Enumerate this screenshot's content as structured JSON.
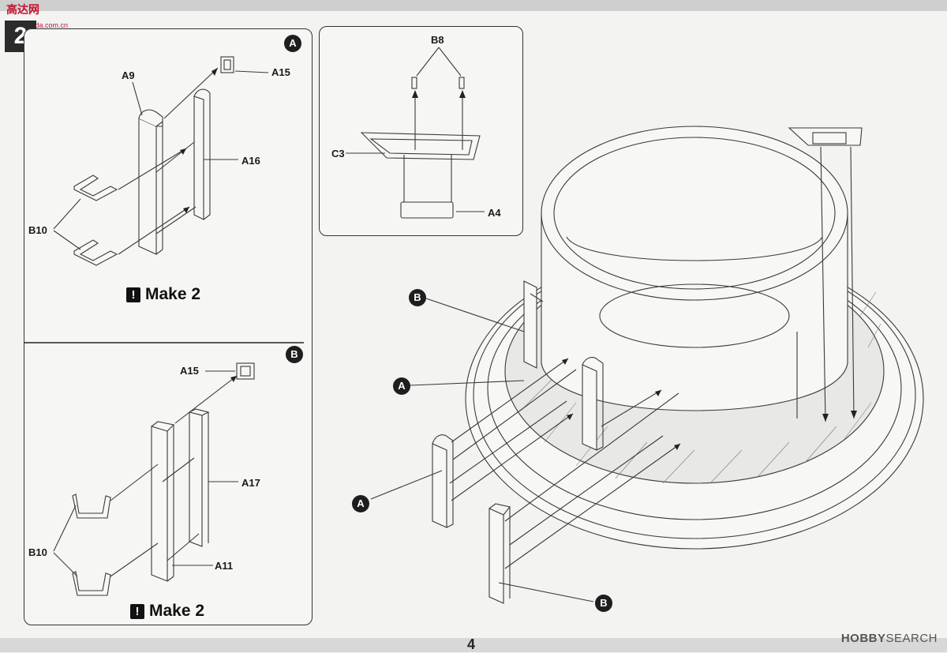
{
  "watermark": {
    "logo_text": "高达网",
    "logo_url": "www.gaoda.com.cn",
    "site": "HOBBY",
    "site2": "SEARCH"
  },
  "step_number": "2",
  "page_number": "4",
  "panel_a": {
    "badge": "A",
    "parts": {
      "a9": "A9",
      "a15": "A15",
      "a16": "A16",
      "b10": "B10"
    },
    "note": "Make 2"
  },
  "panel_b": {
    "badge": "B",
    "parts": {
      "a15": "A15",
      "a17": "A17",
      "a11": "A11",
      "b10": "B10"
    },
    "note": "Make 2"
  },
  "panel_c": {
    "parts": {
      "b8": "B8",
      "c3": "C3",
      "a4": "A4"
    }
  },
  "main": {
    "callouts": {
      "b_top": "B",
      "a_mid": "A",
      "a_low": "A",
      "b_low": "B"
    }
  },
  "colors": {
    "line": "#3a3a3a",
    "ink": "#1e1e1e",
    "paper": "#f3f3f1"
  }
}
